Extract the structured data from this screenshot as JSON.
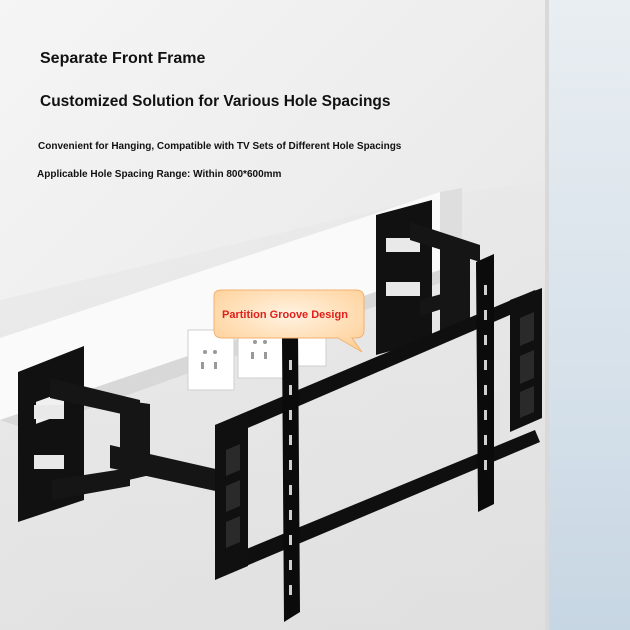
{
  "texts": {
    "heading": "Separate Front Frame",
    "subheading": "Customized Solution for Various Hole Spacings",
    "feature_line": "Convenient for Hanging, Compatible with TV Sets of Different Hole Spacings",
    "range_line": "Applicable Hole Spacing Range: Within 800*600mm"
  },
  "callout": {
    "label": "Partition Groove Design"
  },
  "colors": {
    "bracket": "#111111",
    "callout_fill": "#ffd9a8",
    "callout_text": "#e0201a",
    "wall": "#ebebeb"
  }
}
